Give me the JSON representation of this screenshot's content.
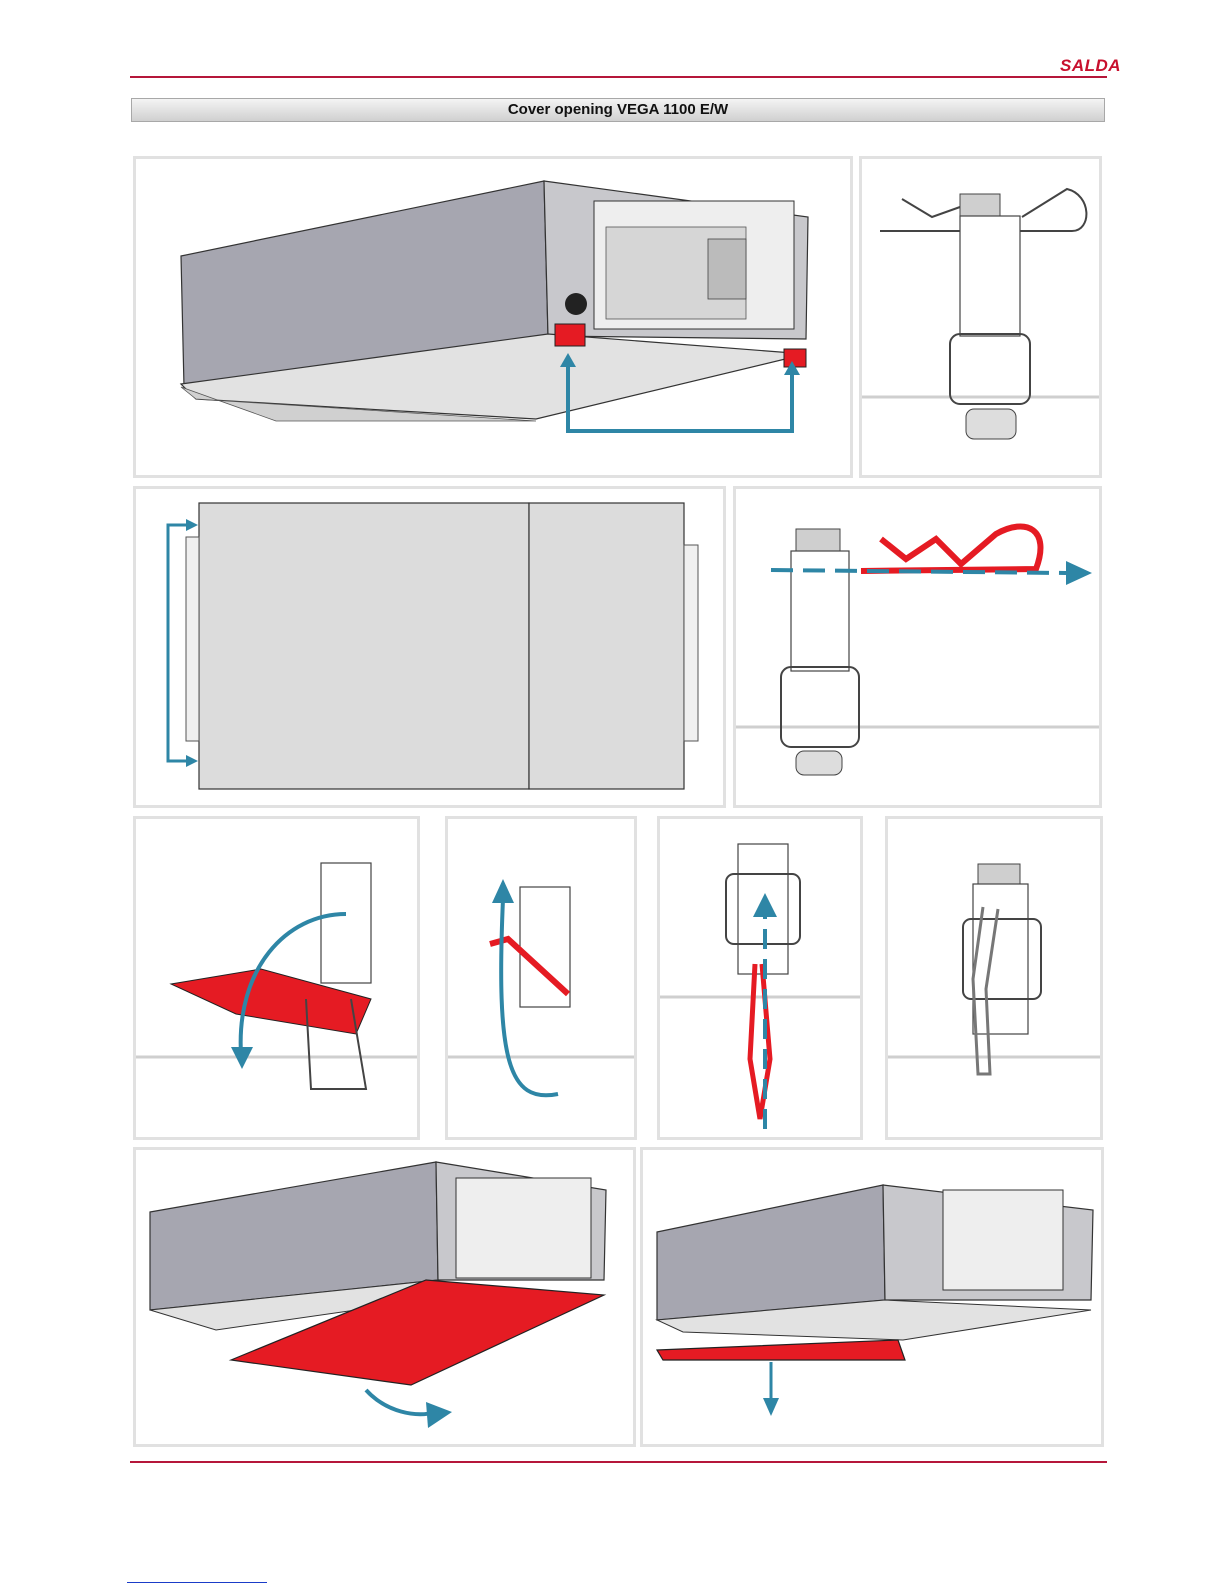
{
  "header": {
    "logo_text": "SALDA"
  },
  "title": "Cover opening VEGA 1100 E/W",
  "colors": {
    "accent": "#c8102e",
    "highlight_red": "#e51b23",
    "arrow_blue": "#2e86a6",
    "unit_grey": "#a8a8b2",
    "cover_grey": "#dcdcdc"
  },
  "icons": [
    "arrow-icon",
    "logo"
  ]
}
